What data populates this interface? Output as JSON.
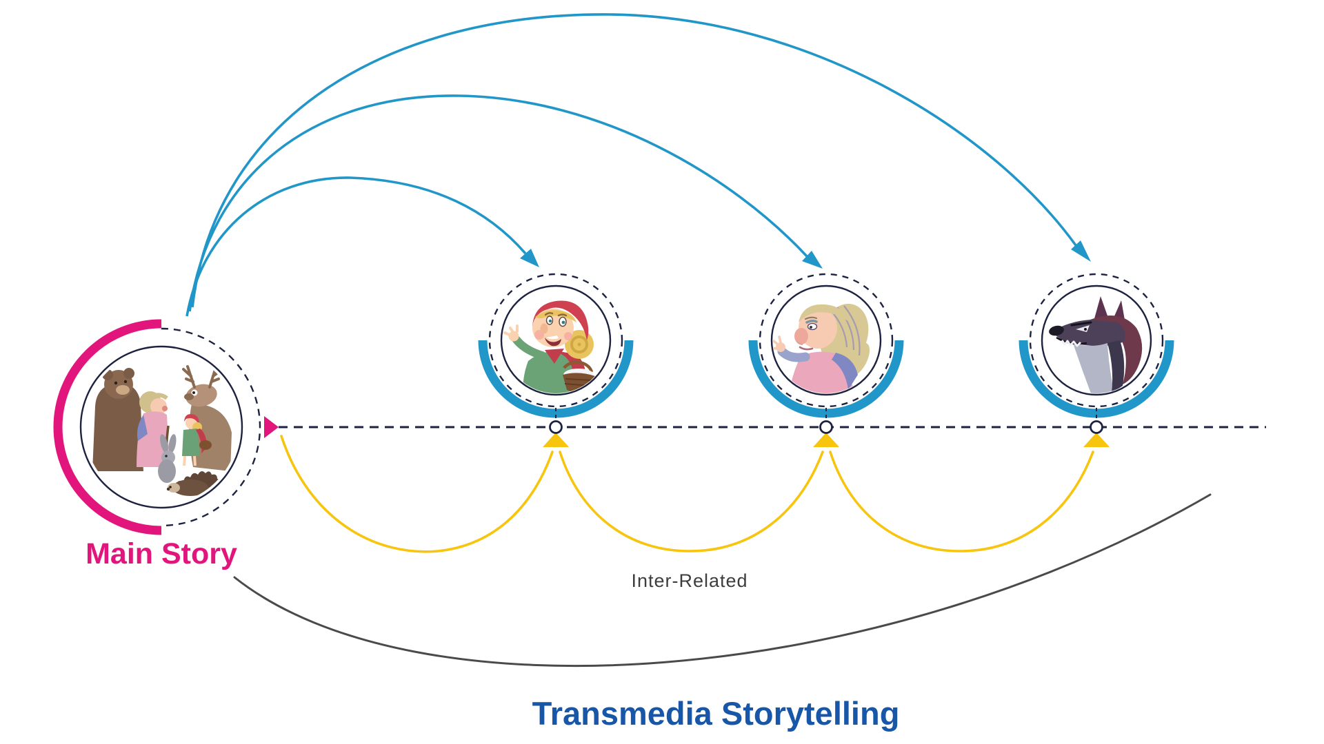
{
  "diagram": {
    "main_story": {
      "label": "Main Story",
      "illustration": "grandma-red-riding-hood-and-forest-animals"
    },
    "timeline_nodes": [
      {
        "illustration": "little-red-riding-hood"
      },
      {
        "illustration": "grandmother"
      },
      {
        "illustration": "big-bad-wolf"
      }
    ],
    "annotations": {
      "inter_related": "Inter-Related",
      "transmedia": "Transmedia Storytelling"
    }
  },
  "colors": {
    "pink": "#e2157d",
    "blue": "#2196c8",
    "navy": "#1c2240",
    "yellow": "#f7c40e",
    "gray": "#4a4a4a",
    "titleblue": "#1856a8",
    "labelgray": "#3d3d3d"
  }
}
